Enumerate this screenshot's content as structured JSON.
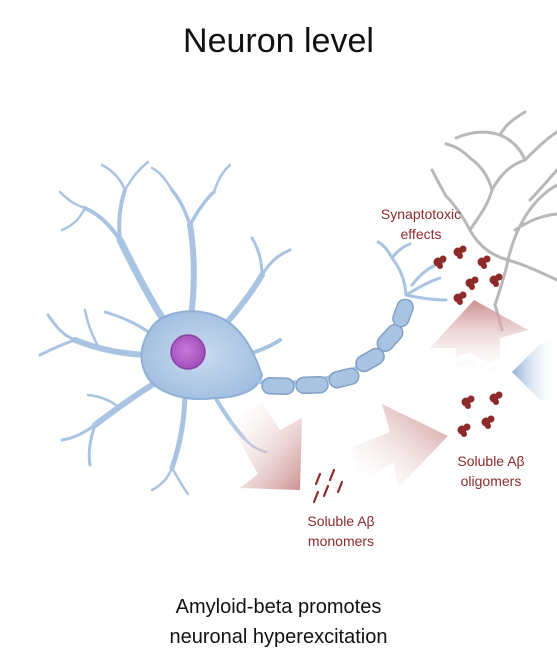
{
  "title": "Neuron level",
  "labels": {
    "synaptotoxic": [
      "Synaptotoxic",
      "effects"
    ],
    "oligomers": [
      "Soluble Aβ",
      "oligomers"
    ],
    "monomers": [
      "Soluble Aβ",
      "monomers"
    ]
  },
  "caption": [
    "Amyloid-beta promotes",
    "neuronal hyperexcitation"
  ],
  "colors": {
    "neuron": "#a9c4e2",
    "neuron_stroke": "#7f9fc6",
    "nucleus": "#b062c9",
    "dendrite_gray": "#b8b8b8",
    "amyloid": "#8f2a2a",
    "arrow": "#c98888",
    "blue_arrow": "#8fb0d6"
  },
  "icons": [
    "neuron-icon",
    "dendrite-icon",
    "arrow-icon",
    "oligomer-icon"
  ]
}
